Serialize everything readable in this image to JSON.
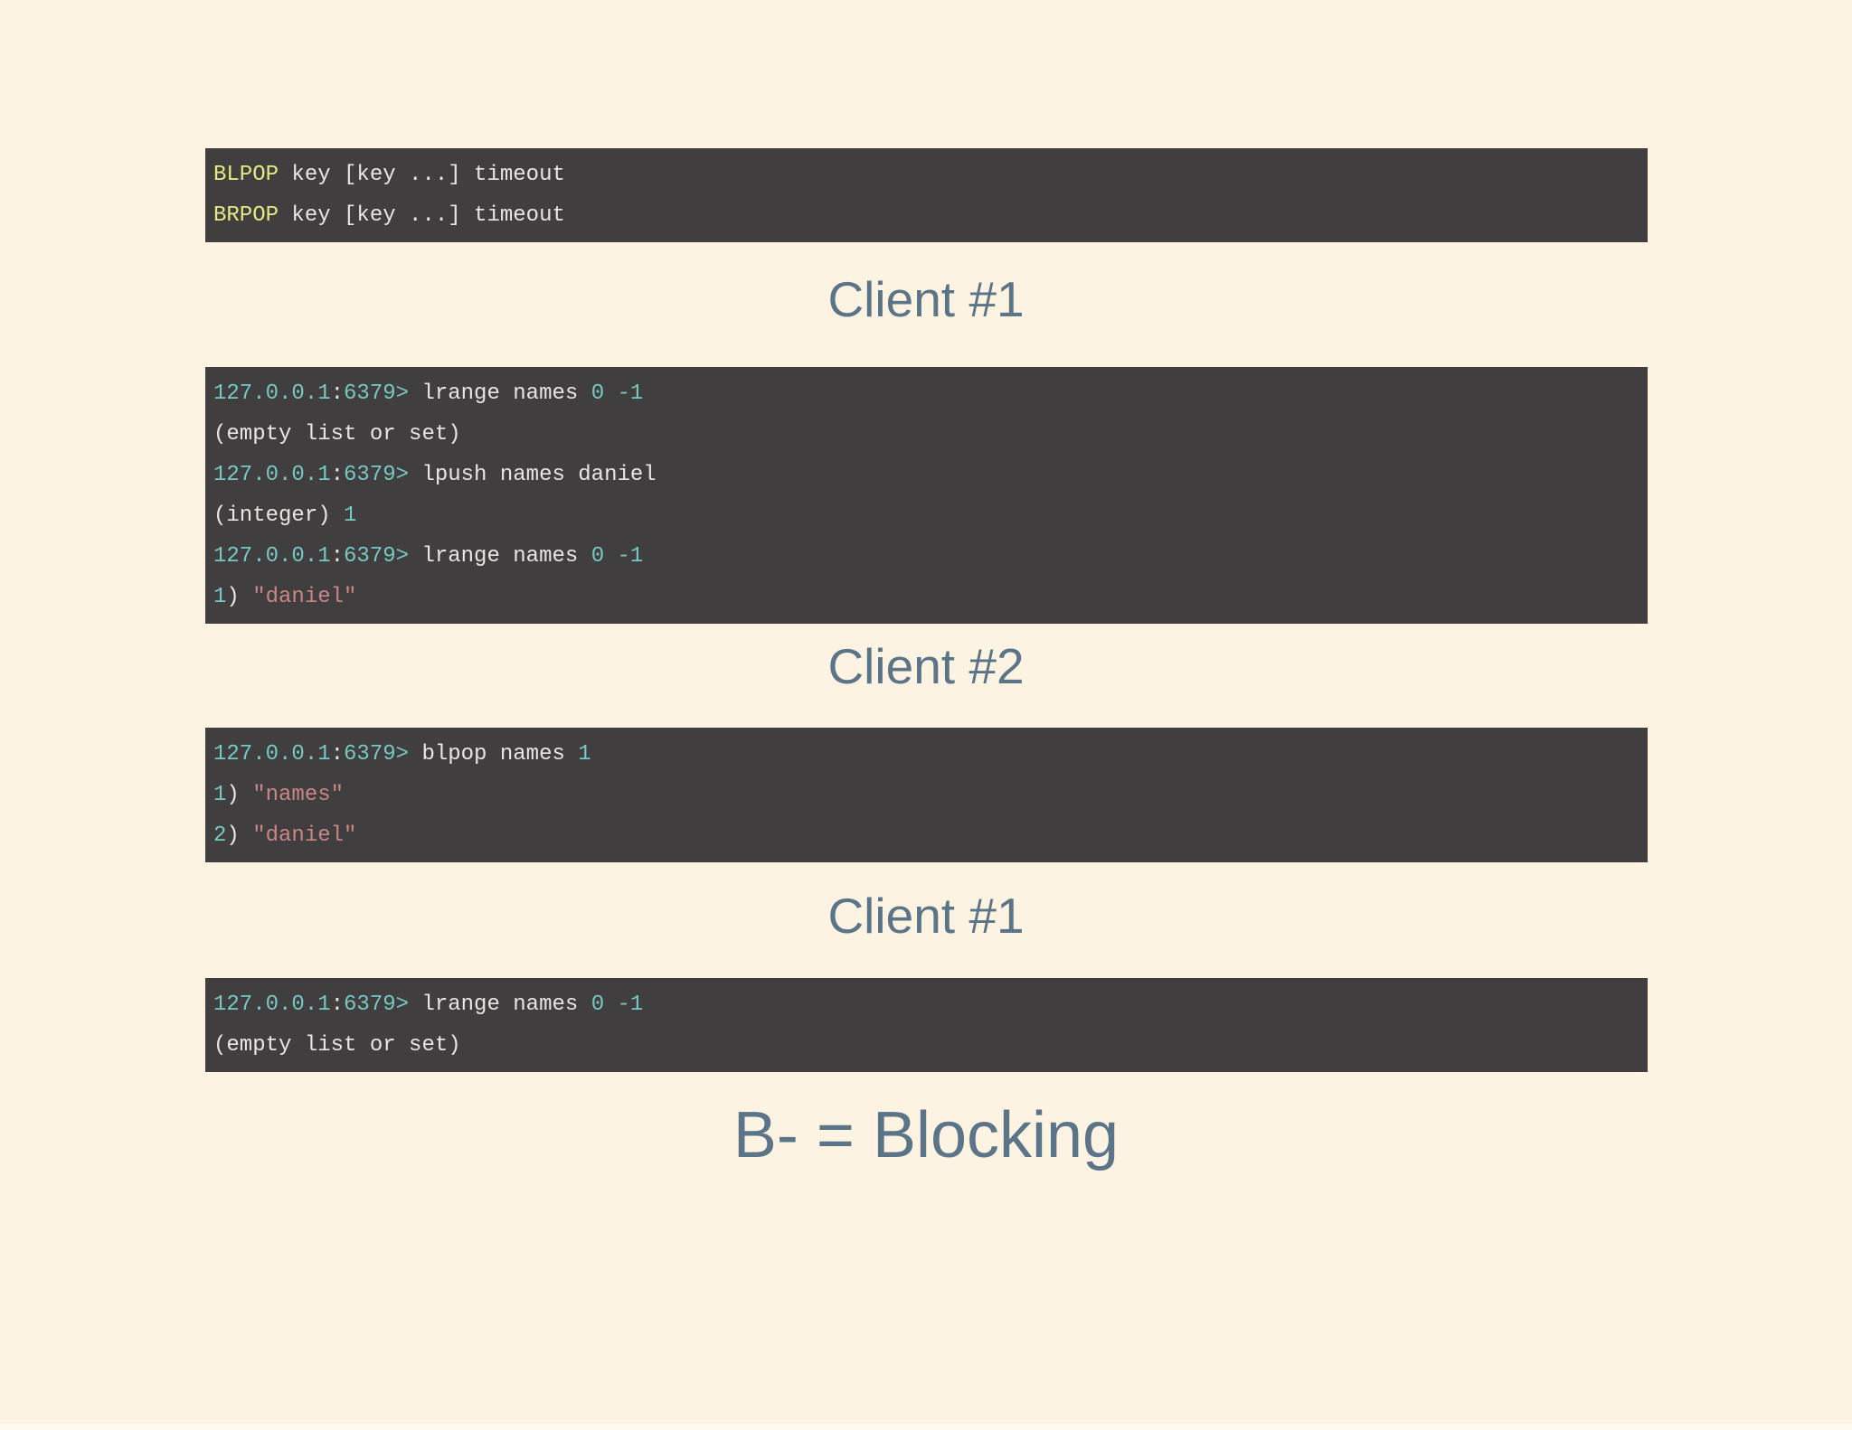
{
  "colors": {
    "bg": "#fdf3e2",
    "term-bg": "#403e3f",
    "plain": "#e8e6e3",
    "kw": "#e4ea82",
    "num": "#77c8c2",
    "str": "#c98687",
    "heading": "#5b7487",
    "edge": "#fcfaf1"
  },
  "headings": [
    "Client #1",
    "Client #2",
    "Client #1"
  ],
  "caption": {
    "text": "B- = Blocking"
  },
  "terminals": [
    {
      "name": "command-syntax",
      "lines": [
        [
          {
            "t": "BLPOP",
            "c": "kw"
          },
          {
            "t": " key [key ...] timeout",
            "c": "plain"
          }
        ],
        [
          {
            "t": "BRPOP",
            "c": "kw"
          },
          {
            "t": " key [key ...] timeout",
            "c": "plain"
          }
        ]
      ]
    },
    {
      "name": "client1-session",
      "lines": [
        [
          {
            "t": "127.0.0.1",
            "c": "num"
          },
          {
            "t": ":",
            "c": "plain"
          },
          {
            "t": "6379>",
            "c": "num"
          },
          {
            "t": " lrange names ",
            "c": "plain"
          },
          {
            "t": "0",
            "c": "num"
          },
          {
            "t": " ",
            "c": "plain"
          },
          {
            "t": "-1",
            "c": "num"
          }
        ],
        [
          {
            "t": "(empty list or set)",
            "c": "plain"
          }
        ],
        [
          {
            "t": "127.0.0.1",
            "c": "num"
          },
          {
            "t": ":",
            "c": "plain"
          },
          {
            "t": "6379>",
            "c": "num"
          },
          {
            "t": " lpush names daniel",
            "c": "plain"
          }
        ],
        [
          {
            "t": "(integer) ",
            "c": "plain"
          },
          {
            "t": "1",
            "c": "num"
          }
        ],
        [
          {
            "t": "127.0.0.1",
            "c": "num"
          },
          {
            "t": ":",
            "c": "plain"
          },
          {
            "t": "6379>",
            "c": "num"
          },
          {
            "t": " lrange names ",
            "c": "plain"
          },
          {
            "t": "0",
            "c": "num"
          },
          {
            "t": " ",
            "c": "plain"
          },
          {
            "t": "-1",
            "c": "num"
          }
        ],
        [
          {
            "t": "1",
            "c": "num"
          },
          {
            "t": ") ",
            "c": "plain"
          },
          {
            "t": "\"daniel\"",
            "c": "str"
          }
        ]
      ]
    },
    {
      "name": "client2-session",
      "lines": [
        [
          {
            "t": "127.0.0.1",
            "c": "num"
          },
          {
            "t": ":",
            "c": "plain"
          },
          {
            "t": "6379>",
            "c": "num"
          },
          {
            "t": " blpop names ",
            "c": "plain"
          },
          {
            "t": "1",
            "c": "num"
          }
        ],
        [
          {
            "t": "1",
            "c": "num"
          },
          {
            "t": ") ",
            "c": "plain"
          },
          {
            "t": "\"names\"",
            "c": "str"
          }
        ],
        [
          {
            "t": "2",
            "c": "num"
          },
          {
            "t": ") ",
            "c": "plain"
          },
          {
            "t": "\"daniel\"",
            "c": "str"
          }
        ]
      ]
    },
    {
      "name": "client1-after-blpop",
      "lines": [
        [
          {
            "t": "127.0.0.1",
            "c": "num"
          },
          {
            "t": ":",
            "c": "plain"
          },
          {
            "t": "6379>",
            "c": "num"
          },
          {
            "t": " lrange names ",
            "c": "plain"
          },
          {
            "t": "0",
            "c": "num"
          },
          {
            "t": " ",
            "c": "plain"
          },
          {
            "t": "-1",
            "c": "num"
          }
        ],
        [
          {
            "t": "(empty list or set)",
            "c": "plain"
          }
        ]
      ]
    }
  ]
}
